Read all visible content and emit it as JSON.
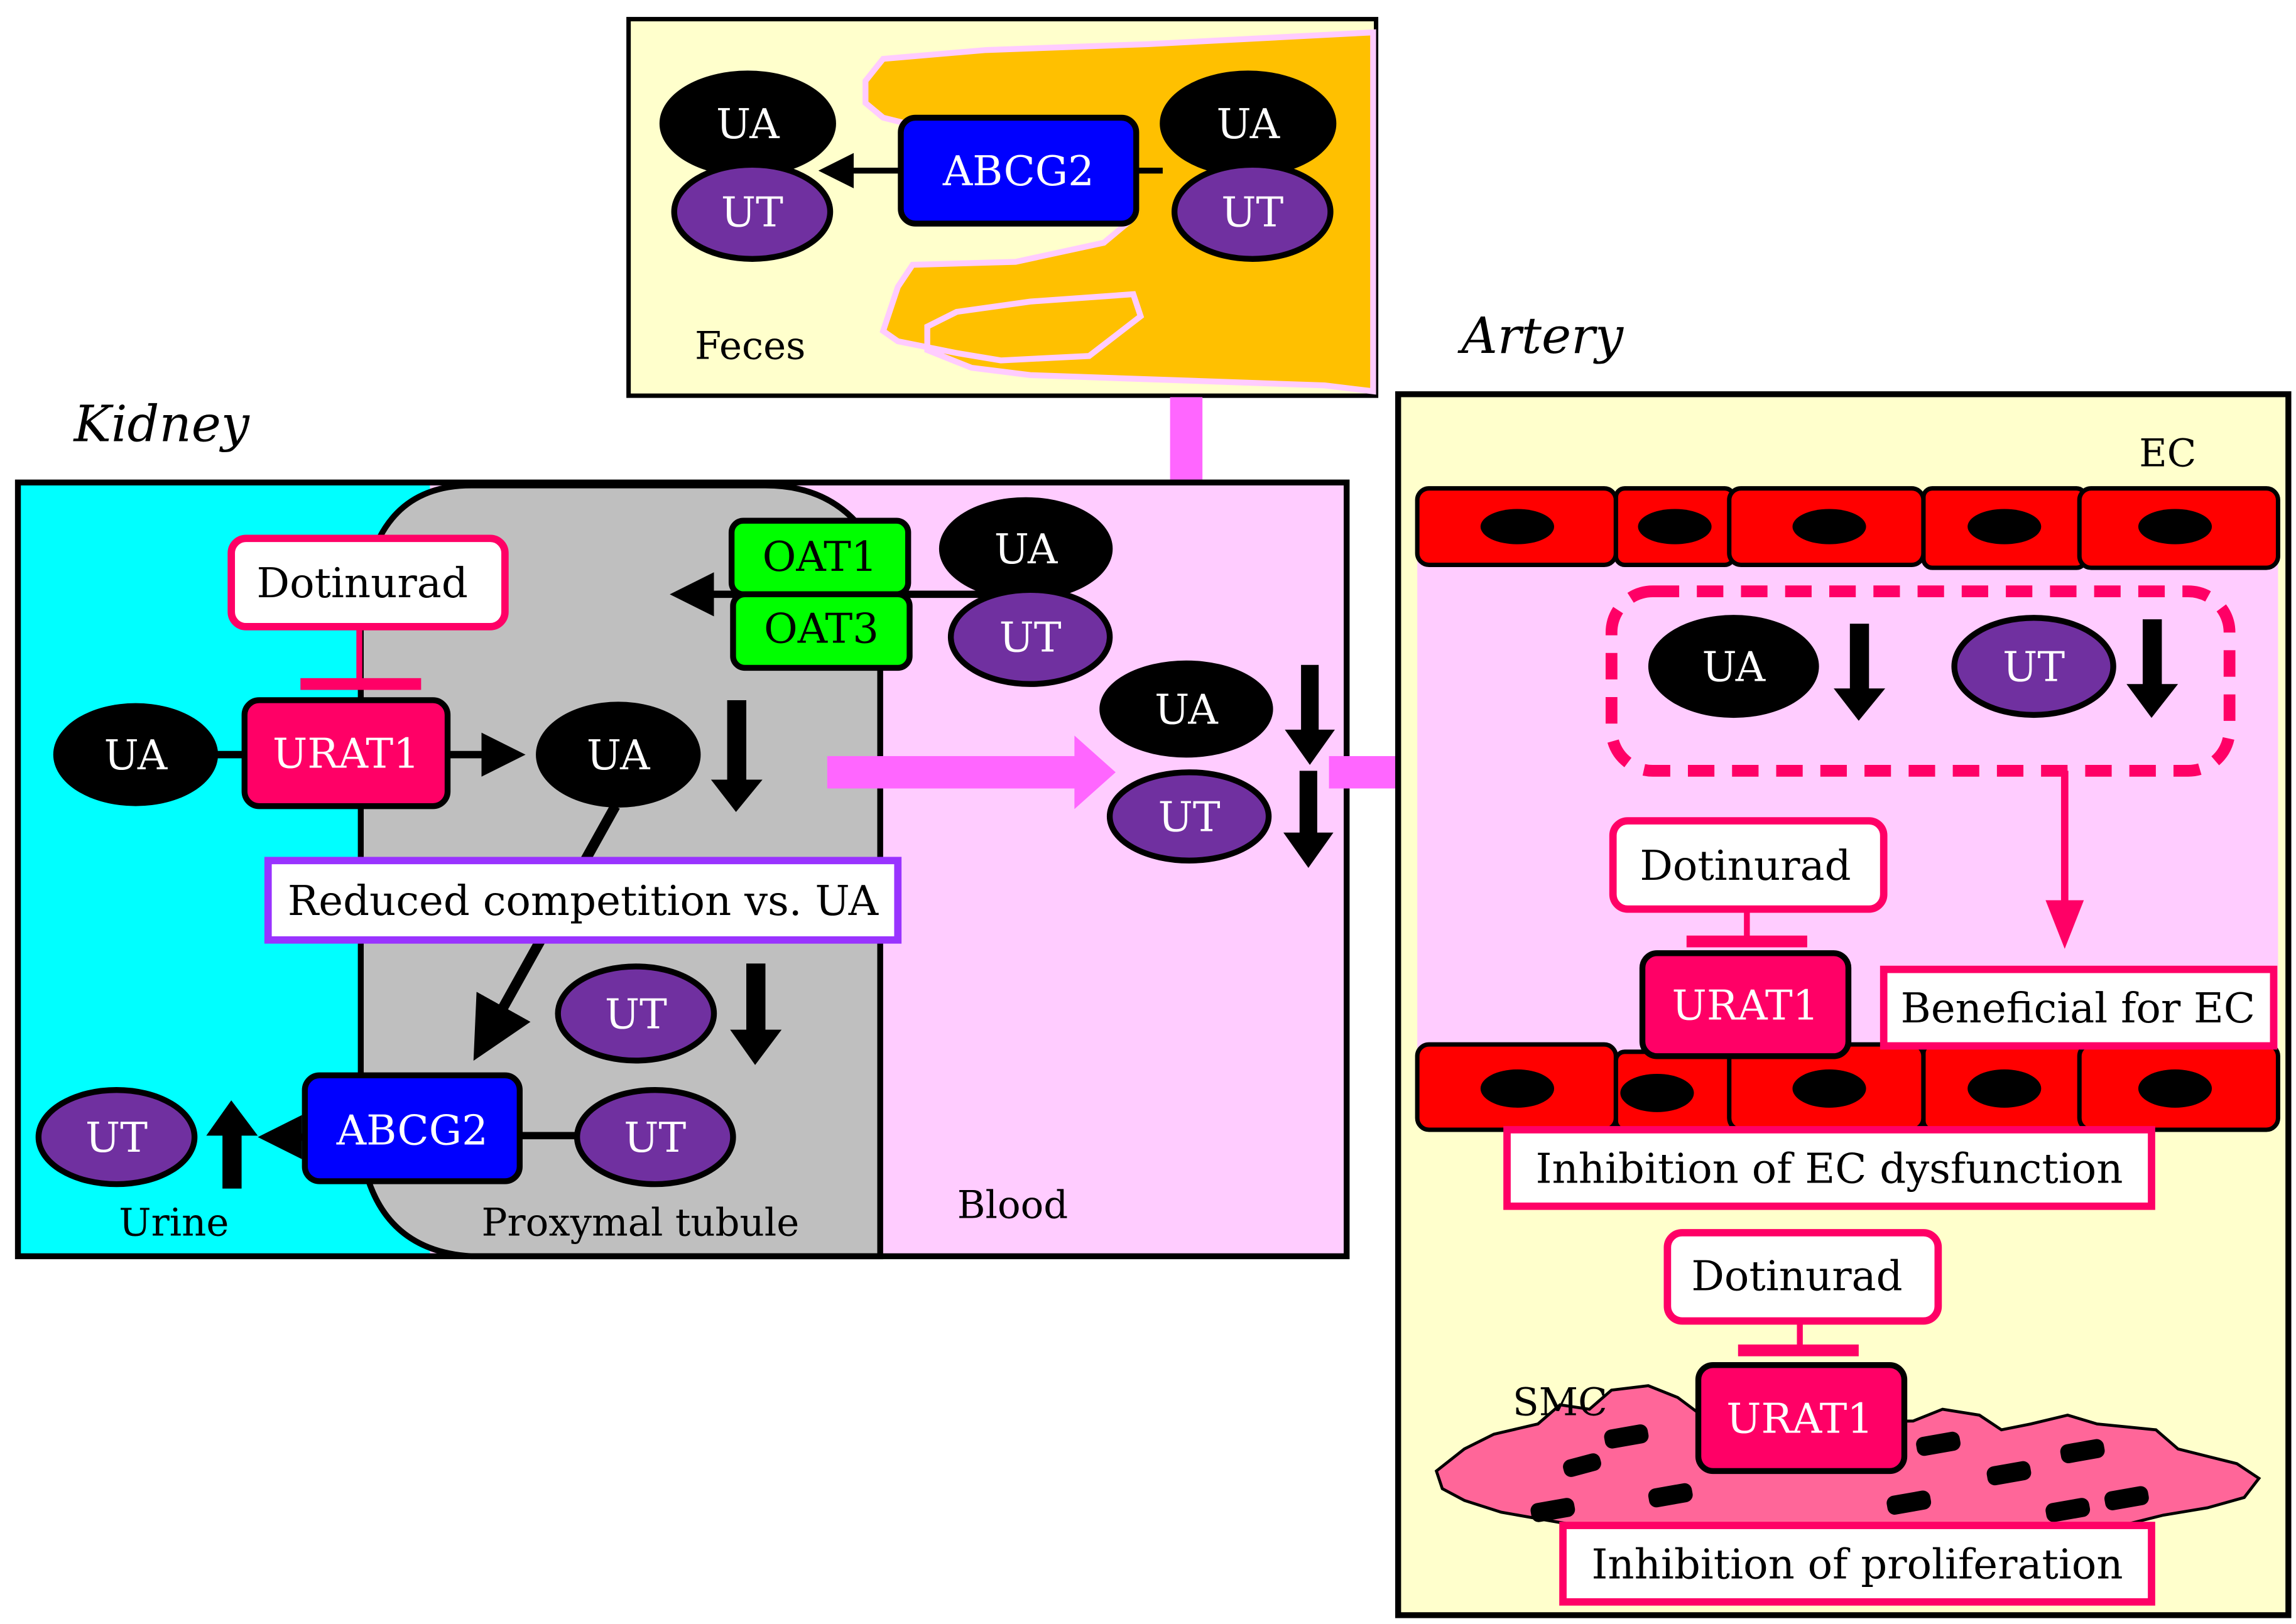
{
  "colors": {
    "feces_bg": "#FFFFCC",
    "intestine": "#FFC000",
    "intestine_outline": "#FFCCFF",
    "urine": "#00FFFF",
    "tubule": "#BFBFBF",
    "blood": "#FFCCFF",
    "artery_bg": "#FFFFCC",
    "flow_arrow": "#FF66FF",
    "ua": "#000000",
    "ut": "#7030A0",
    "abcg2": "#0000FF",
    "urat1": "#FF0066",
    "oat": "#00FF00",
    "ec_cell": "#FF0000",
    "smc_cell": "#FF6699",
    "competition_border": "#9933FF",
    "effect_border": "#FF0066"
  },
  "intestine": {
    "region_label": "Feces",
    "transporter": "ABCG2",
    "left_ua": "UA",
    "left_ut": "UT",
    "right_ua": "UA",
    "right_ut": "UT"
  },
  "kidney": {
    "title": "Kidney",
    "drug": "Dotinurad",
    "urat1": "URAT1",
    "ua_lumen": "UA",
    "ua_cell": "UA",
    "oat1": "OAT1",
    "oat3": "OAT3",
    "ua_blood": "UA",
    "ut_blood": "UT",
    "competition_note": "Reduced competition vs. UA",
    "ut_cell": "UT",
    "abcg2": "ABCG2",
    "ut_cell2": "UT",
    "ut_urine": "UT",
    "urine_label": "Urine",
    "tubule_label": "Proxymal tubule",
    "blood_label": "Blood"
  },
  "circulation": {
    "ua": "UA",
    "ut": "UT"
  },
  "artery": {
    "title": "Artery",
    "ec_label": "EC",
    "ua": "UA",
    "ut": "UT",
    "drug_ec": "Dotinurad",
    "urat1_ec": "URAT1",
    "beneficial": "Beneficial for EC",
    "ec_effect": "Inhibition of EC dysfunction",
    "drug_smc": "Dotinurad",
    "urat1_smc": "URAT1",
    "smc_label": "SMC",
    "smc_effect": "Inhibition of proliferation"
  }
}
